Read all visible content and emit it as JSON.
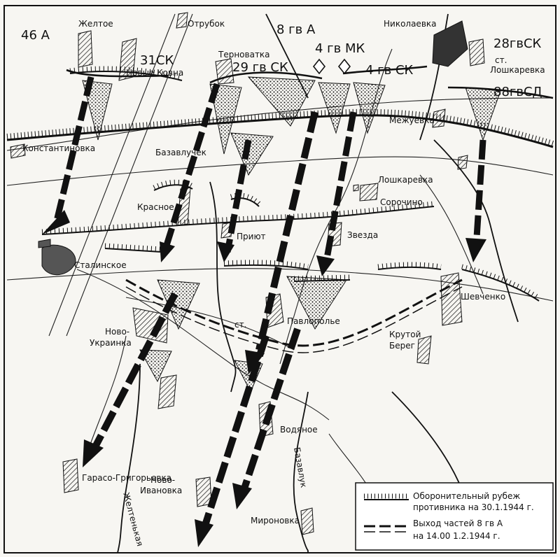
{
  "map": {
    "units": {
      "army_46": "46 А",
      "army_8gv": "8 гв А",
      "corps_31": "31СК",
      "corps_29gv": "29 гв СК",
      "corps_4gv_mk": "4 гв МК",
      "corps_4gv_sk": "4 гв СК",
      "corps_28gv": "28гвСК",
      "div_88gv": "88гвСД"
    },
    "places": {
      "zheltoe": "Желтое",
      "otrubok": "Отрубок",
      "nikolaevka": "Николаевка",
      "novye_kovna": "Новые Ковна",
      "ternovatka": "Терноватка",
      "st_loshkarevka_1": "ст.",
      "st_loshkarevka_2": "Лошкаревка",
      "mezhuevka": "Межуевка",
      "konstantinovka": "Константиновка",
      "bazavluchek": "Базавлучек",
      "loshkarevka": "Лошкаревка",
      "sorochino": "Сорочино",
      "krasnoe": "Красное",
      "priyut": "Приют",
      "zvezda": "Звезда",
      "stalinskoe": "Сталинское",
      "shevchenko": "Шевченко",
      "st": "ст.",
      "pavlopole": "Павлополье",
      "novo_1": "Ново-",
      "ukrainka": "Украинка",
      "krutoy_1": "Крутой",
      "bereg": "Берег",
      "vodyanoe": "Водяное",
      "gaso": "Гарасо-Григорьевка",
      "novo_2": "Ново-",
      "ivanovka": "Ивановка",
      "mironovka": "Мироновка",
      "river_zheltenkaya": "Желтенькая",
      "river_bazavluk": "Базавлук"
    }
  },
  "legend": {
    "line1_a": "Оборонительный рубеж",
    "line1_b": "противника на 30.1.1944 г.",
    "line2_a": "Выход частей 8 гв А",
    "line2_b": "на 14.00  1.2.1944 г."
  },
  "colors": {
    "ink": "#111111",
    "paper": "#f7f6f2"
  }
}
